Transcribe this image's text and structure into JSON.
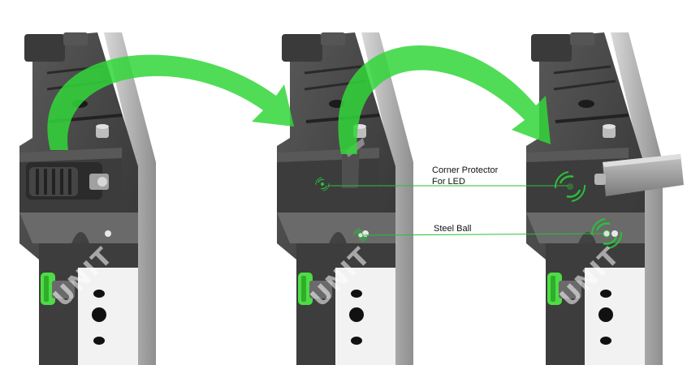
{
  "labels": {
    "corner_protector_line1": "Corner Protector",
    "corner_protector_line2": "For LED",
    "steel_ball": "Steel Ball"
  },
  "watermark": "UNIT",
  "panels": [
    "panel-1",
    "panel-2",
    "panel-3"
  ],
  "colors": {
    "arrow": "#33d63a",
    "callout_line": "#2bbf3a",
    "cabinet_dark": "#4a4a4a",
    "cabinet_mid": "#6e6e6e",
    "cabinet_light": "#bdbdbd",
    "latch_green": "#4ddc45",
    "protector_gray": "#9c9c9c"
  },
  "icons": [
    "curved-arrow-icon",
    "target-ring-icon"
  ]
}
